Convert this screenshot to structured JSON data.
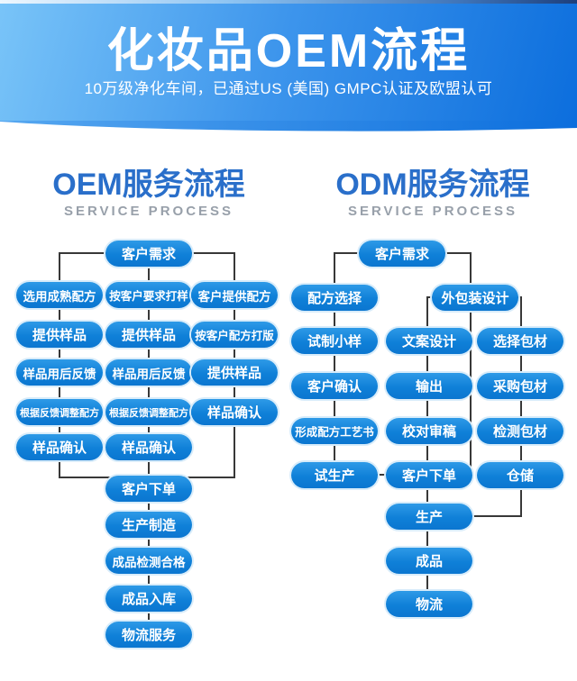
{
  "header": {
    "title": "化妆品OEM流程",
    "subtitle": "10万级净化车间，已通过US (美国) GMPC认证及欧盟认可"
  },
  "oem": {
    "title": "OEM服务流程",
    "subtitle": "SERVICE PROCESS",
    "top": "客户需求",
    "columns": [
      [
        "选用成熟配方",
        "提供样品",
        "样品用后反馈",
        "根据反馈调整配方",
        "样品确认"
      ],
      [
        "按客户要求打样",
        "提供样品",
        "样品用后反馈",
        "根据反馈调整配方",
        "样品确认"
      ],
      [
        "客户提供配方",
        "按客户配方打版",
        "提供样品",
        "样品确认"
      ]
    ],
    "merge": "客户下单",
    "tail": [
      "生产制造",
      "成品检测合格",
      "成品入库",
      "物流服务"
    ]
  },
  "odm": {
    "title": "ODM服务流程",
    "subtitle": "SERVICE PROCESS",
    "top": "客户需求",
    "left_column": [
      "配方选择",
      "试制小样",
      "客户确认",
      "形成配方工艺书",
      "试生产"
    ],
    "package_node": "外包装设计",
    "mid_column": [
      "文案设计",
      "输出",
      "校对审稿",
      "客户下单"
    ],
    "right_column": [
      "选择包材",
      "采购包材",
      "检测包材",
      "仓储"
    ],
    "tail": [
      "生产",
      "成品",
      "物流"
    ]
  },
  "colors": {
    "node_blue": "#1287dc",
    "header_gradient_start": "#79c4f8",
    "header_gradient_end": "#0c6edd",
    "section_title_blue": "#2a6fca",
    "connector_dark": "#383838"
  }
}
